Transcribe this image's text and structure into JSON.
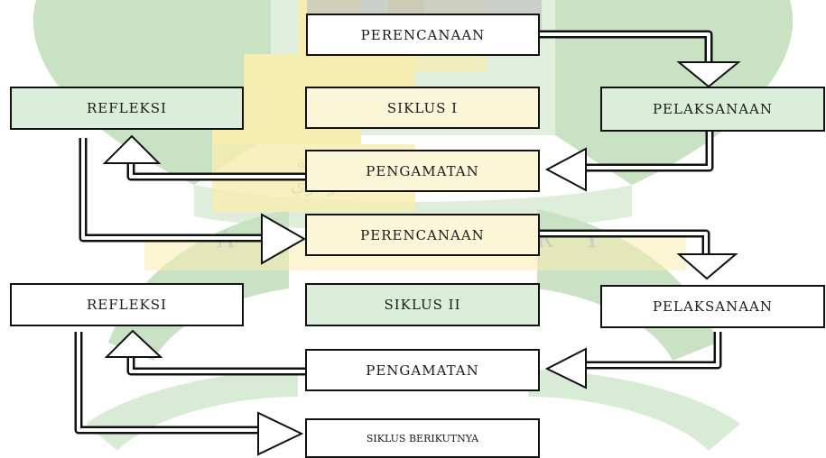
{
  "watermark": {
    "word": "AR-RANIRY",
    "script": "جامعة الرانري",
    "colors": {
      "green": "#c8e2c3",
      "yellow": "#f7ecb0",
      "gray": "#c8ccc8"
    }
  },
  "cycle_1": {
    "planning": "PERENCANAAN",
    "reflection": "REFLEKSI",
    "title": "SIKLUS I",
    "action": "PELAKSANAAN",
    "observation": "PENGAMATAN"
  },
  "cycle_2": {
    "planning": "PERENCANAAN",
    "reflection": "REFLEKSI",
    "title": "SIKLUS II",
    "action": "PELAKSANAAN",
    "observation": "PENGAMATAN"
  },
  "next_cycle": "SIKLUS BERIKUTNYA",
  "colors": {
    "line": "#111111",
    "arrow_fill": "#ffffff"
  }
}
